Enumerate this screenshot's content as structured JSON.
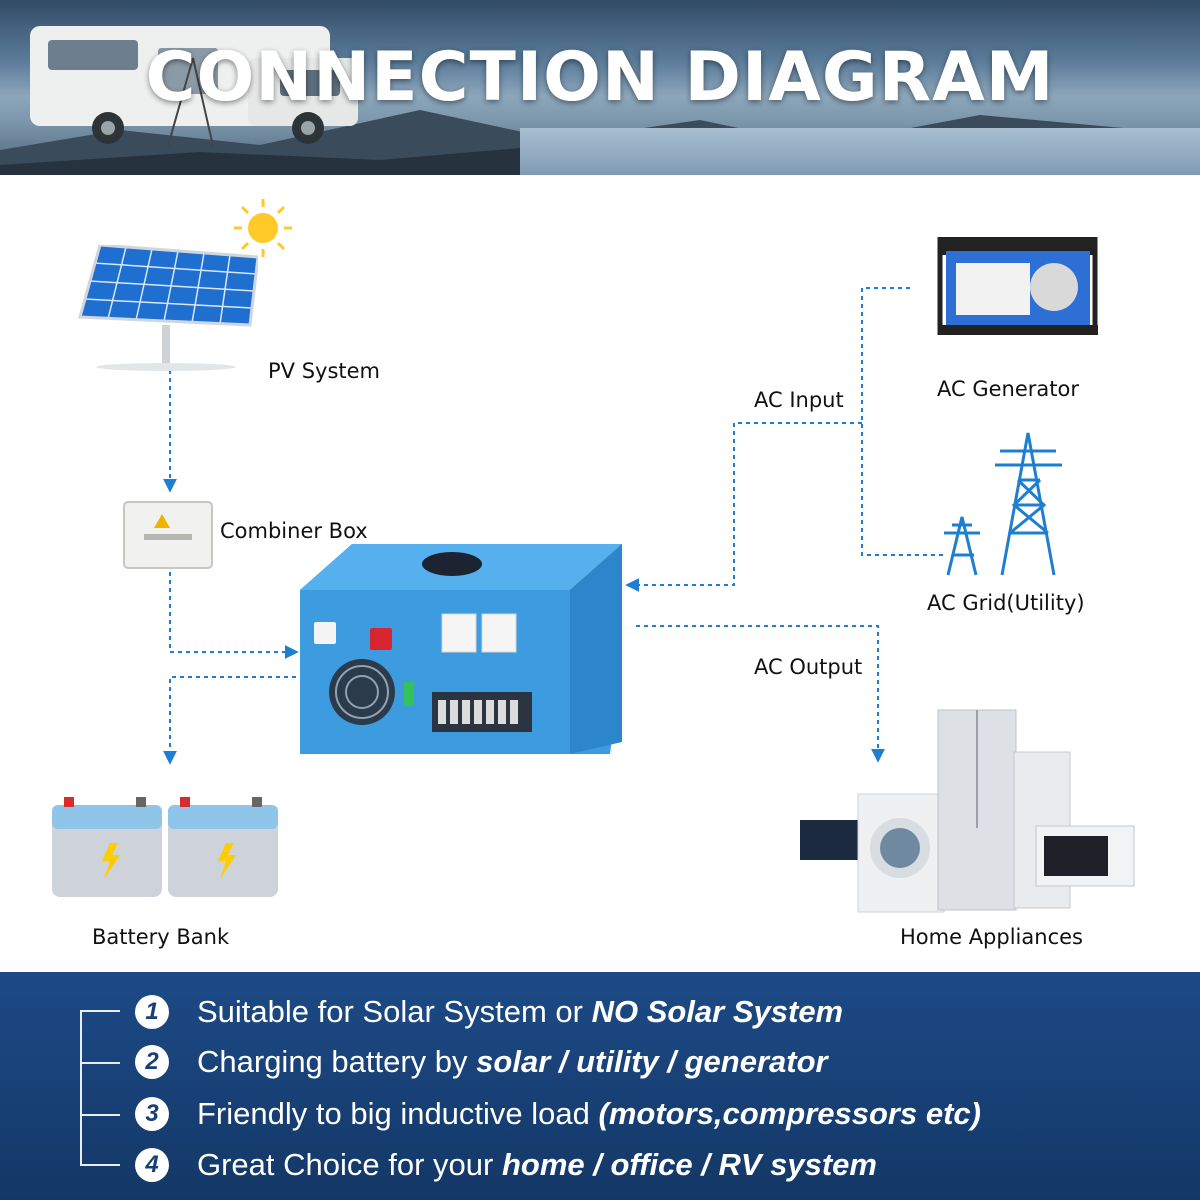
{
  "header": {
    "title": "CONNECTION DIAGRAM"
  },
  "diagram": {
    "nodes": {
      "pv_system": "PV System",
      "combiner_box": "Combiner Box",
      "battery_bank": "Battery Bank",
      "ac_generator": "AC Generator",
      "ac_grid": "AC Grid(Utility)",
      "home_appliances": "Home Appliances"
    },
    "connections": {
      "ac_input": "AC Input",
      "ac_output": "AC Output"
    },
    "colors": {
      "wire": "#1e7fd0",
      "inverter": "#3d9be0"
    }
  },
  "features": [
    {
      "num": "1",
      "text": "Suitable for Solar System or ",
      "emphasis": "NO Solar System"
    },
    {
      "num": "2",
      "text": "Charging battery by ",
      "emphasis": "solar / utility / generator"
    },
    {
      "num": "3",
      "text": "Friendly to big inductive load ",
      "emphasis": "(motors,compressors etc)"
    },
    {
      "num": "4",
      "text": "Great Choice for your ",
      "emphasis": "home / office / RV system"
    }
  ]
}
